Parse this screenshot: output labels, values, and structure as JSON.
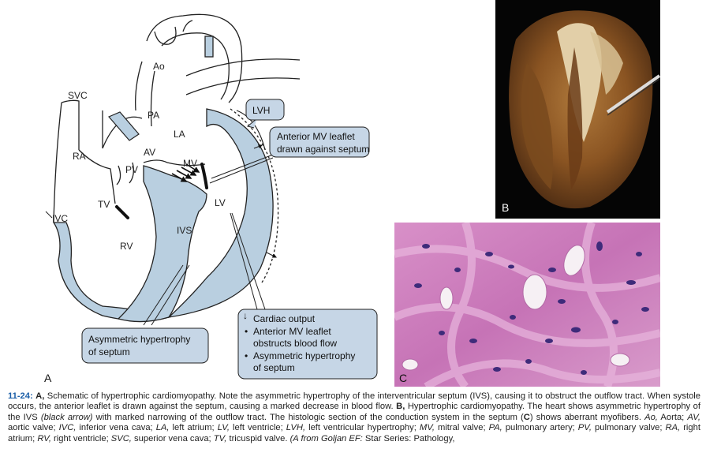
{
  "diagram": {
    "panel_letter": "A",
    "labels": {
      "ao": "Ao",
      "svc": "SVC",
      "pa": "PA",
      "la": "LA",
      "ra": "RA",
      "av": "AV",
      "mv": "MV",
      "pv": "PV",
      "tv": "TV",
      "ivc": "IVC",
      "rv": "RV",
      "ivs": "IVS",
      "lv": "LV"
    },
    "callouts": {
      "lvh": "LVH",
      "mv_line1": "Anterior MV leaflet",
      "mv_line2": "drawn against septum",
      "asym_line1": "Asymmetric hypertrophy",
      "asym_line2": "of septum",
      "co_line1": "Cardiac output",
      "co_line2": "Anterior MV leaflet",
      "co_line3": "obstructs blood flow",
      "co_line4": "Asymmetric hypertrophy",
      "co_line5": "of septum",
      "down_arrow": "↓",
      "bullet": "•"
    },
    "colors": {
      "myocardium": "#b9cfe0",
      "callout_fill": "#c6d6e6",
      "outline": "#222222"
    }
  },
  "photo_b": {
    "panel_letter": "B"
  },
  "photo_c": {
    "panel_letter": "C"
  },
  "caption": {
    "figure_number": "11-24:",
    "p01": " ",
    "p02": "A,",
    "p03": " Schematic of hypertrophic cardiomyopathy. Note the asymmetric hypertrophy of the interventricular septum (IVS), causing it to obstruct the outflow tract. When systole occurs, the anterior leaflet is drawn against the septum, causing a marked decrease in blood flow. ",
    "p04": "B,",
    "p05": " Hypertrophic cardiomyopathy. The heart shows asymmetric hypertrophy of the IVS ",
    "p06": "(black arrow)",
    "p07": " with marked narrowing of the outflow tract. The histologic section of the conduction system in the septum (",
    "p08": "C",
    "p09": ") shows aberrant myofibers. ",
    "p10": "Ao,",
    "p11": " Aorta; ",
    "p12": "AV,",
    "p13": " aortic valve; ",
    "p14": "IVC,",
    "p15": " inferior vena cava; ",
    "p16": "LA,",
    "p17": " left atrium; ",
    "p18": "LV,",
    "p19": " left ventricle; ",
    "p20": "LVH,",
    "p21": " left ventricular hypertrophy; ",
    "p22": "MV,",
    "p23": " mitral valve; ",
    "p24": "PA,",
    "p25": " pulmonary artery; ",
    "p26": "PV,",
    "p27": " pulmonary valve; ",
    "p28": "RA,",
    "p29": " right atrium; ",
    "p30": "RV,",
    "p31": " right ventricle; ",
    "p32": "SVC,",
    "p33": " superior vena cava; ",
    "p34": "TV,",
    "p35": " tricuspid valve. ",
    "p36": "(A from Goljan EF:",
    "p37": " Star Series: Pathology,"
  }
}
